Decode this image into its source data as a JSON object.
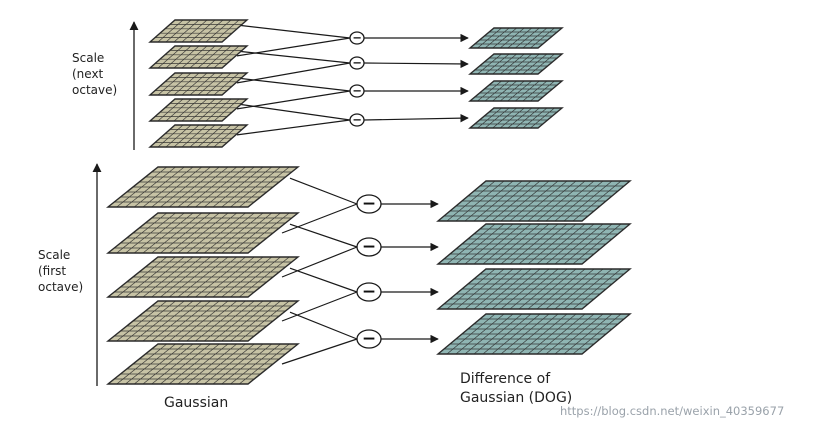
{
  "labels": {
    "next_octave": [
      "Scale",
      "(next",
      "octave)"
    ],
    "first_octave": [
      "Scale",
      "(first",
      "octave)"
    ],
    "gaussian": "Gaussian",
    "dog": [
      "Difference of",
      "Gaussian (DOG)"
    ],
    "watermark": "https://blog.csdn.net/weixin_40359677"
  },
  "operator_symbol": "−",
  "structure": {
    "next_octave": {
      "gaussian_layers": 5,
      "dog_layers": 4
    },
    "first_octave": {
      "gaussian_layers": 5,
      "dog_layers": 4
    }
  },
  "colors": {
    "gaussian": "#c7c3a5",
    "dog": "#8fb5b3",
    "grid": "#2b2b2b",
    "line": "#1a1a1a"
  }
}
